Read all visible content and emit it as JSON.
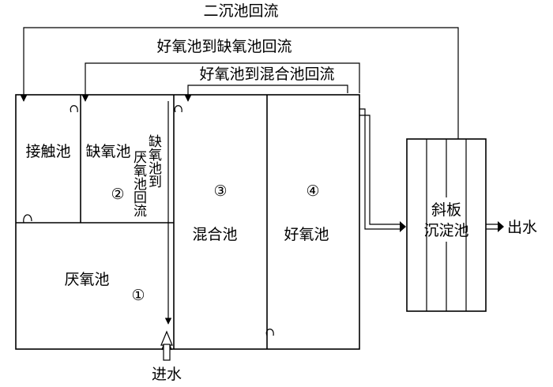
{
  "returns": {
    "secondary_clarifier": "二沉池回流",
    "aerobic_to_anoxic": "好氧池到缺氧池回流",
    "aerobic_to_mixing": "好氧池到混合池回流",
    "anoxic_to_anaerobic_col1": "缺氧池到",
    "anoxic_to_anaerobic_col2": "厌氧池回流"
  },
  "tanks": {
    "contact": "接触池",
    "anoxic": "缺氧池",
    "anoxic_no": "②",
    "anaerobic": "厌氧池",
    "anaerobic_no": "①",
    "mixing": "混合池",
    "mixing_no": "③",
    "aerobic": "好氧池",
    "aerobic_no": "④",
    "settler_line1": "斜板",
    "settler_line2": "沉淀池"
  },
  "flows": {
    "inlet": "进水",
    "outlet": "出水"
  }
}
